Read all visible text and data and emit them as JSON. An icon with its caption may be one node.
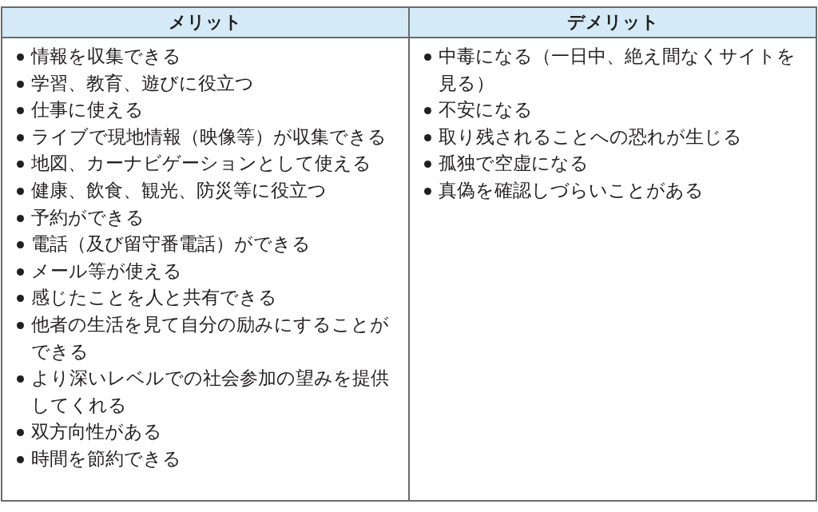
{
  "diagram": {
    "nodes": [
      {
        "text": [
          "メリット",
          "情報を収集できる",
          "学習、教育、遊びに役立つ",
          "仕事に使える",
          "ライブで現地情報（映像等）が収集できる",
          "地図、カーナビゲーションとして使える",
          "健康、飲食、観光、防災等に役立つ",
          "予約ができる",
          "電話（及び留守番電話）ができる",
          "メール等が使える",
          "感じたことを人と共有できる",
          "他者の生活を見て自分の励みにすることができる",
          "より深いレベルでの社会参加の望みを提供してくれる",
          "双方向性がある",
          "時間を節約できる"
        ]
      },
      {
        "text": [
          "デメリット",
          "中毒になる（一日中、絶え間なくサイトを見る）",
          "不安になる",
          "取り残されることへの恐れが生じる",
          "孤独で空虚になる",
          "真偽を確認しづらいことがある"
        ]
      }
    ]
  }
}
